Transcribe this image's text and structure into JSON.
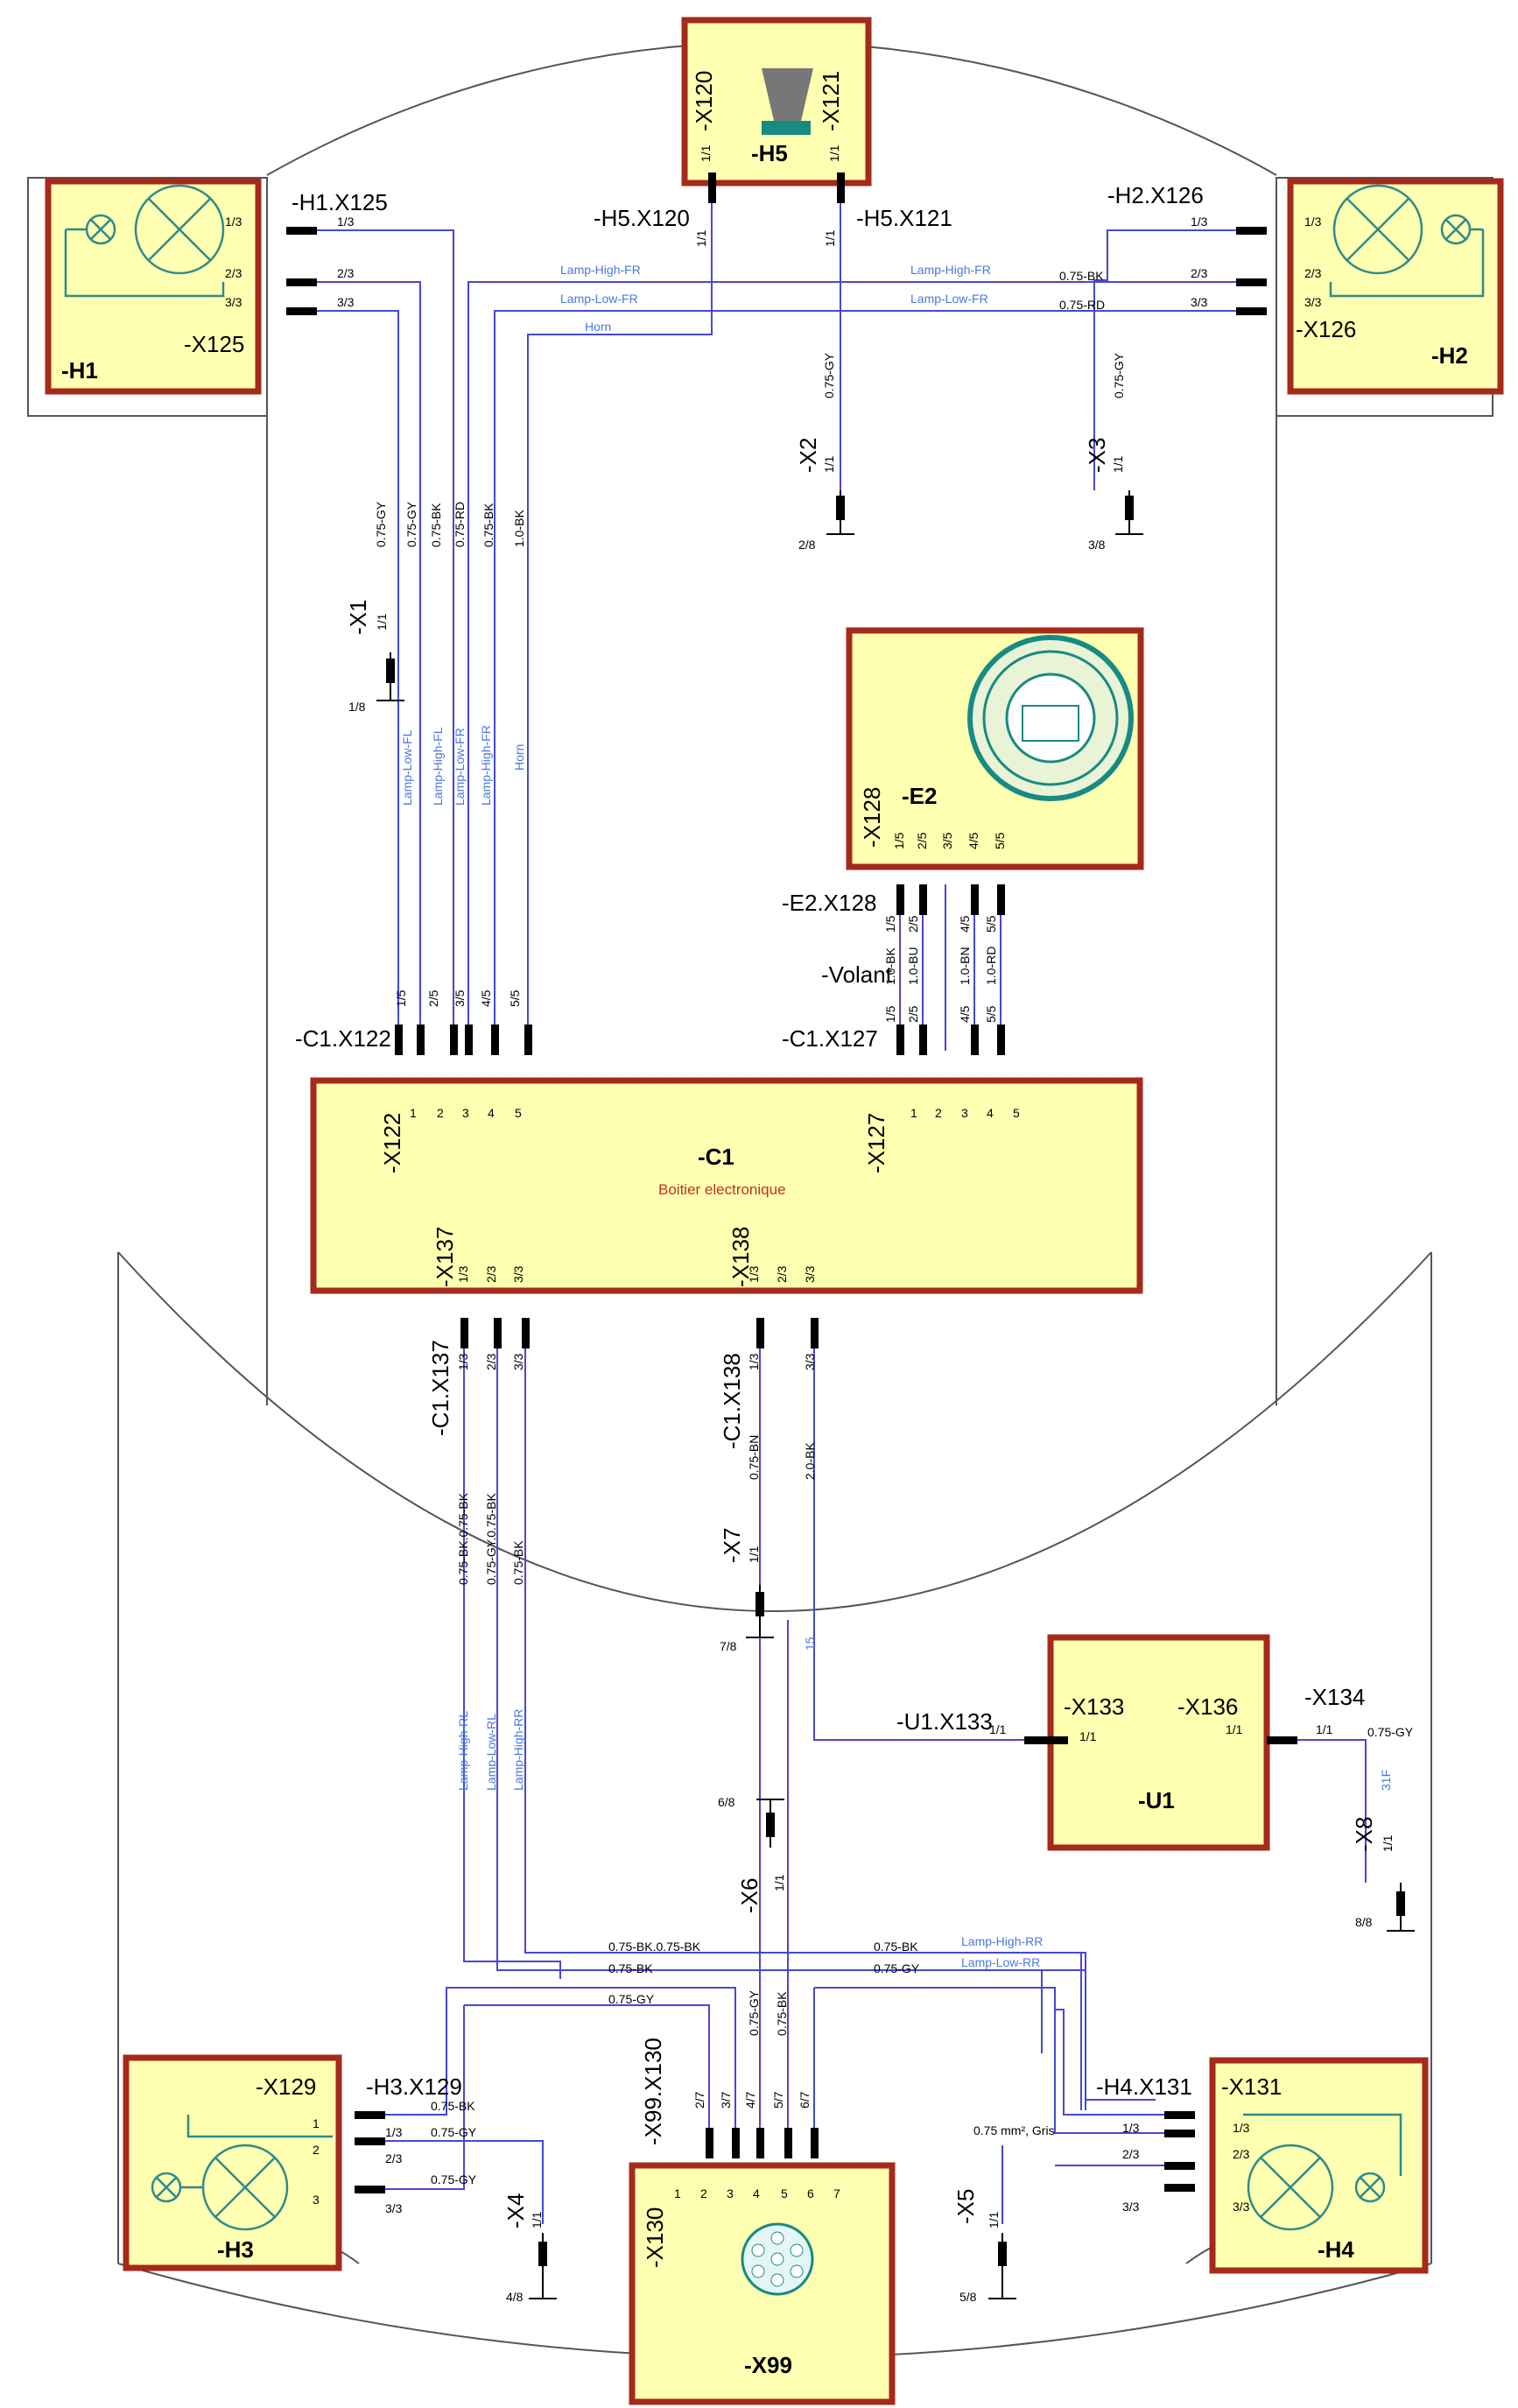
{
  "colors": {
    "box_fill": "#ffffb2",
    "box_border": "#a52a1a",
    "wire": "#4747d6",
    "wire_label": "#4a78e0",
    "lamp": "#2e8b8b"
  },
  "components": {
    "H5": {
      "name": "-H5",
      "pin_a": "-X120",
      "pin_b": "-X121",
      "a": "1/1",
      "b": "1/1",
      "conn_a": "-H5.X120",
      "conn_b": "-H5.X121",
      "ca": "1/1",
      "cb": "1/1"
    },
    "H1": {
      "name": "-H1",
      "plug": "-X125",
      "conn": "-H1.X125",
      "p1": "1/3",
      "p2": "2/3",
      "p3": "3/3"
    },
    "H2": {
      "name": "-H2",
      "plug": "-X126",
      "conn": "-H2.X126",
      "p1": "1/3",
      "p2": "2/3",
      "p3": "3/3"
    },
    "E2": {
      "name": "-E2",
      "plug": "-X128",
      "conn": "-E2.X128",
      "pins": [
        "1/5",
        "2/5",
        "3/5",
        "4/5",
        "5/5"
      ],
      "volant": "-Volant"
    },
    "C1": {
      "name": "-C1",
      "desc": "Boitier electronique",
      "x122": "-X122",
      "x127": "-X127",
      "x137": "-X137",
      "x138": "-X138",
      "c122": "-C1.X122",
      "c127": "-C1.X127",
      "c137": "-C1.X137",
      "c138": "-C1.X138",
      "pins5": [
        "1",
        "2",
        "3",
        "4",
        "5"
      ],
      "p15": [
        "1/5",
        "2/5",
        "3/5",
        "4/5",
        "5/5"
      ],
      "p13": [
        "1/3",
        "2/3",
        "3/3"
      ]
    },
    "U1": {
      "name": "-U1",
      "x133": "-X133",
      "x136": "-X136",
      "c133": "-U1.X133",
      "x134": "-X134",
      "p": "1/1"
    },
    "H3": {
      "name": "-H3",
      "plug": "-X129",
      "conn": "-H3.X129",
      "pins": [
        "1",
        "2",
        "3"
      ],
      "p1": "1/3",
      "p2": "2/3",
      "p3": "3/3"
    },
    "H4": {
      "name": "-H4",
      "plug": "-X131",
      "conn": "-H4.X131",
      "p1": "1/3",
      "p2": "2/3",
      "p3": "3/3"
    },
    "X99": {
      "name": "-X99",
      "plug": "-X130",
      "conn": "-X99.X130",
      "pins": [
        "1",
        "2",
        "3",
        "4",
        "5",
        "6",
        "7"
      ],
      "cpins": [
        "2/7",
        "3/7",
        "4/7",
        "5/7",
        "6/7"
      ]
    }
  },
  "grounds": {
    "X1": {
      "name": "-X1",
      "pin": "1/1",
      "ref": "1/8"
    },
    "X2": {
      "name": "-X2",
      "pin": "1/1",
      "ref": "2/8"
    },
    "X3": {
      "name": "-X3",
      "pin": "1/1",
      "ref": "3/8"
    },
    "X4": {
      "name": "-X4",
      "pin": "1/1",
      "ref": "4/8"
    },
    "X5": {
      "name": "-X5",
      "pin": "1/1",
      "ref": "5/8"
    },
    "X6": {
      "name": "-X6",
      "pin": "1/1",
      "ref": "6/8"
    },
    "X7": {
      "name": "-X7",
      "pin": "1/1",
      "ref": "7/8"
    },
    "X8": {
      "name": "-X8",
      "pin": "1/1",
      "ref": "8/8"
    }
  },
  "wires": {
    "gy075": "0.75-GY",
    "bk075": "0.75-BK",
    "rd075": "0.75-RD",
    "bk10": "1.0-BK",
    "bu10": "1.0-BU",
    "bn10": "1.0-BN",
    "rd10": "1.0-RD",
    "bn075": "0.75-BN",
    "bk20": "2.0-BK",
    "bkbk": "0.75-BK.0.75-BK",
    "gygy": "0.75-GY.0.75-BK",
    "gris": "0.75 mm², Gris",
    "w15": "15",
    "w31f": "31F",
    "lhfr": "Lamp-High-FR",
    "llfr": "Lamp-Low-FR",
    "horn": "Horn",
    "llfl": "Lamp-Low-FL",
    "lhfl": "Lamp-High-FL",
    "lhrl": "Lamp-High-RL",
    "llrl": "Lamp-Low-RL",
    "lhrr": "Lamp-High-RR",
    "llrr": "Lamp-Low-RR"
  }
}
